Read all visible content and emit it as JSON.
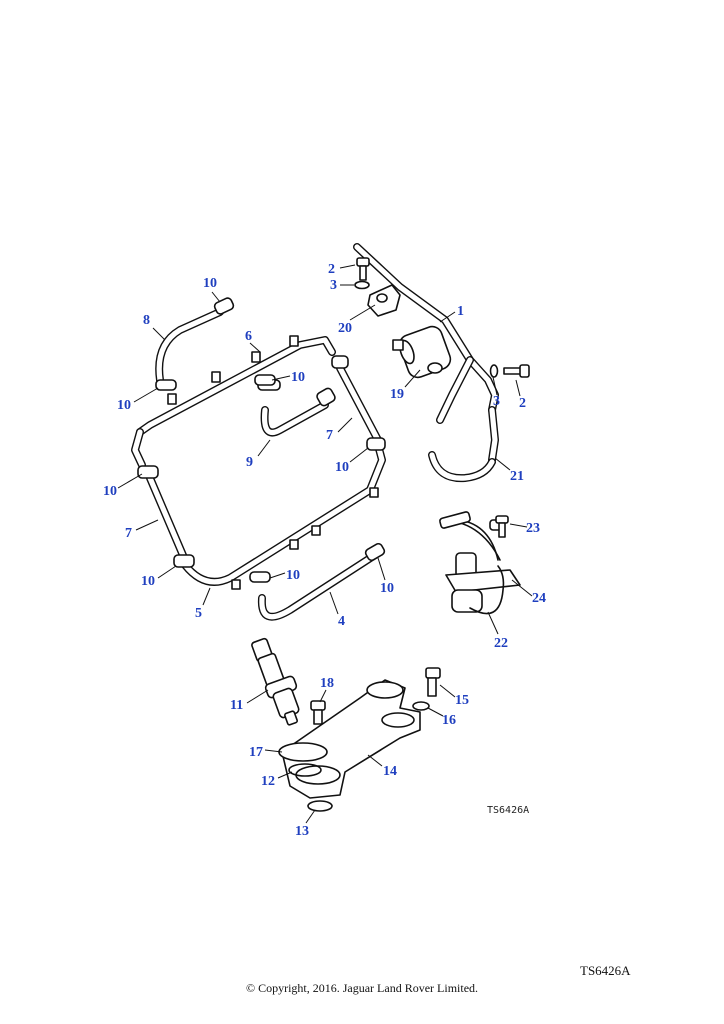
{
  "drawing_code": "TS6426A",
  "drawing_code_corner": "TS6426A",
  "copyright": "© Copyright, 2016. Jaguar Land Rover Limited.",
  "colors": {
    "callout": "#1f3fbf",
    "line": "#111111",
    "background": "#ffffff"
  },
  "callouts": {
    "c1": "1",
    "c2a": "2",
    "c2b": "2",
    "c3a": "3",
    "c3b": "3",
    "c4": "4",
    "c5": "5",
    "c6": "6",
    "c7a": "7",
    "c7b": "7",
    "c8": "8",
    "c9": "9",
    "c10a": "10",
    "c10b": "10",
    "c10c": "10",
    "c10d": "10",
    "c10e": "10",
    "c10f": "10",
    "c10g": "10",
    "c10h": "10",
    "c11": "11",
    "c12": "12",
    "c13": "13",
    "c14": "14",
    "c15": "15",
    "c16": "16",
    "c17": "17",
    "c18": "18",
    "c19": "19",
    "c20": "20",
    "c21": "21",
    "c22": "22",
    "c23": "23",
    "c24": "24"
  }
}
